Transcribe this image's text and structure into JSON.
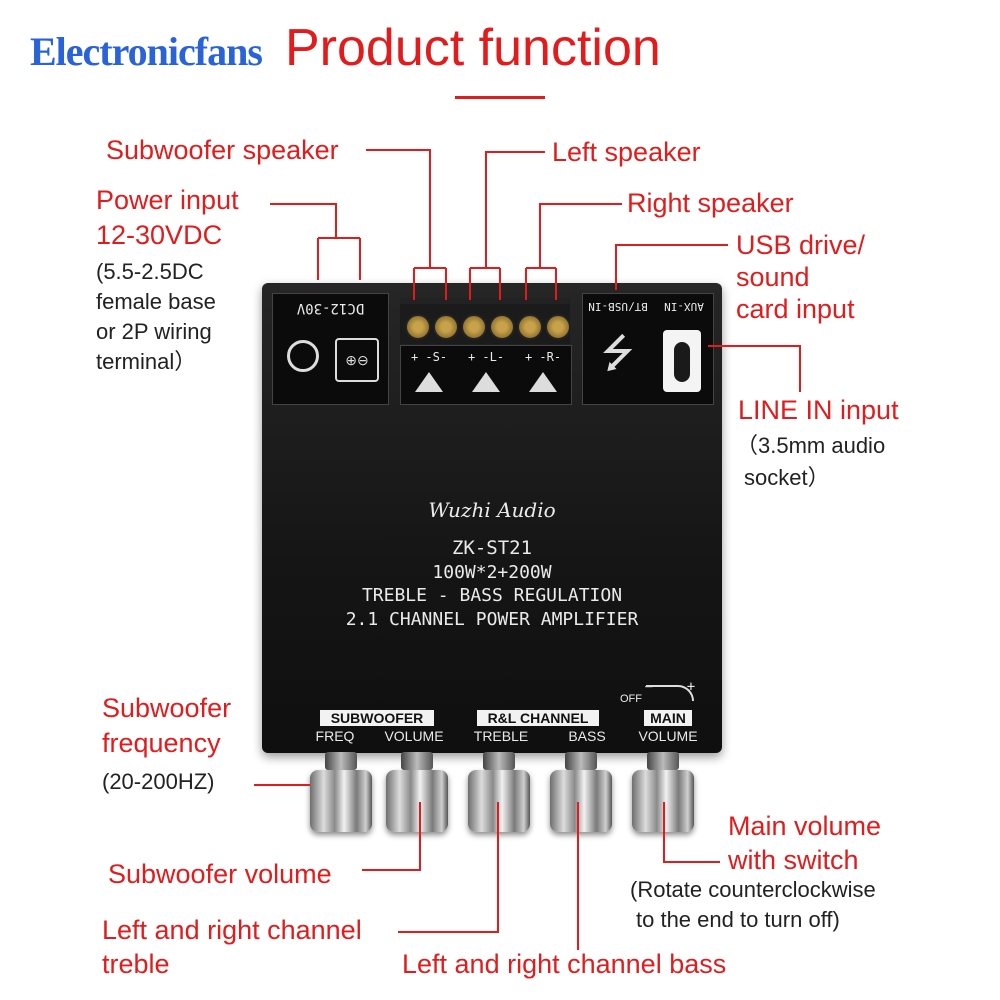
{
  "header": {
    "brand": "Electronicfans",
    "title": "Product function"
  },
  "labels": {
    "subwoofer_speaker": "Subwoofer speaker",
    "left_speaker": "Left speaker",
    "right_speaker": "Right speaker",
    "power_input_1": "Power input",
    "power_input_2": "12-30VDC",
    "power_note_1": "(5.5-2.5DC",
    "power_note_2": "female base",
    "power_note_3": "or 2P wiring",
    "power_note_4": "terminal）",
    "usb_1": "USB drive/",
    "usb_2": "sound",
    "usb_3": "card input",
    "line_in": "LINE IN input",
    "line_in_note_1": "（3.5mm audio",
    "line_in_note_2": "socket）",
    "sub_freq_1": "Subwoofer",
    "sub_freq_2": "frequency",
    "sub_freq_note": "(20-200HZ)",
    "sub_volume": "Subwoofer volume",
    "treble_1": "Left and right channel",
    "treble_2": "treble",
    "bass": "Left and right channel bass",
    "main_vol_1": "Main volume",
    "main_vol_2": "with switch",
    "main_vol_note_1": "(Rotate counterclockwise",
    "main_vol_note_2": "to the end to turn off)"
  },
  "device": {
    "port_power": "DC12-30V",
    "port_usb": "BT/USB-IN",
    "port_aux": "AUX-IN",
    "speaker_s": "+ -S- ",
    "speaker_l": "+ -L- ",
    "speaker_r": "+ -R- ",
    "logo": "Wuzhi Audio",
    "model": "ZK-ST21",
    "power_spec": "100W*2+200W",
    "feature_1": "TREBLE - BASS REGULATION",
    "feature_2": "2.1 CHANNEL POWER AMPLIFIER",
    "group_sub": "SUBWOOFER",
    "group_rl": "R&L CHANNEL",
    "group_main": "MAIN",
    "knob_freq": "FREQ",
    "knob_volume": "VOLUME",
    "knob_treble": "TREBLE",
    "knob_bass": "BASS",
    "knob_main_volume": "VOLUME",
    "off": "OFF",
    "minus": "−",
    "plus": "+"
  },
  "colors": {
    "accent": "#e21c1c",
    "brand": "#2a62d8",
    "device": "#151515"
  }
}
